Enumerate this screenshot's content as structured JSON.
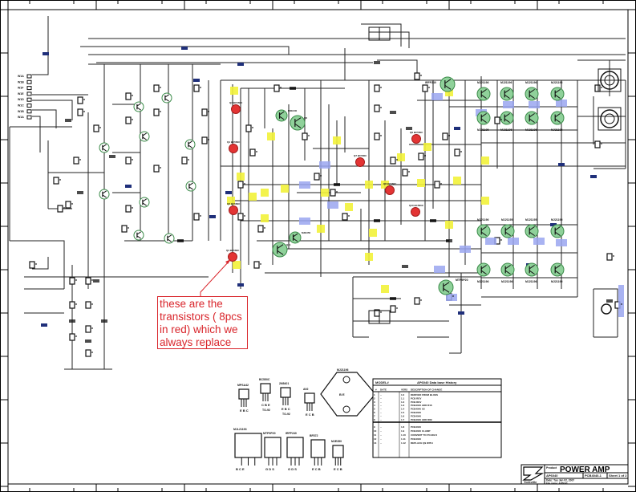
{
  "annotation": {
    "text": "these are the transistors ( 8pcs in red) which we always replace",
    "color": "#d9262c"
  },
  "title_block": {
    "product_label": "Product",
    "product": "POWER AMP",
    "model": "AP6040",
    "pcb": "PCB4040-1",
    "sheet": "Sheet 1 of 2",
    "date": "Date: Tue Jan 02, 2007",
    "file": "File name: AP6040",
    "company": "Yorkville"
  },
  "revision_table": {
    "title": "AP6040 Data base History",
    "model": "MODEL#",
    "columns": [
      "#",
      "DATE",
      "VERS",
      "DESCRIPTION OF CHANGE"
    ],
    "rows": [
      "DERIVED FROM BLUES",
      "PCB REV",
      "PCB REV",
      "PCB4040 ADD R16",
      "PCB4040 U2",
      "PCB4040",
      "PCB4040",
      "PCB4040 ADD R89",
      "PCB4040",
      "PCB4040 CLAMP",
      "CONVERT TO PCAD2.0",
      "PCB4040",
      "REPLACE Q9 WITH"
    ]
  },
  "components": {
    "output_top_row": [
      "MJ21196",
      "MJ21196",
      "MJ21196",
      "MJ21196"
    ],
    "output_top_row2": [
      "MJ21195",
      "MJ21195",
      "MJ21195",
      "MJ21195"
    ],
    "output_bottom_row": [
      "MJ21196",
      "MJ21195",
      "MJ21195",
      "MJ21195"
    ],
    "output_bottom_row2": [
      "MJ21196",
      "MJ21196",
      "MJ21196",
      "MJ21195"
    ],
    "mosfet_top": "IRFP240",
    "mosfet_bottom": "MTP9P20",
    "red_labels": [
      "Q3",
      "Q1",
      "Q2",
      "Q4",
      "Q7",
      "Q8",
      "Q9",
      "Q10"
    ],
    "red_type": "BC560C",
    "driver_labels": [
      "MJE340",
      "Q6",
      "MJE350",
      "Q11"
    ],
    "inputs": [
      "W1A",
      "W1B",
      "W1F",
      "W1E",
      "W1D",
      "W1C",
      "W1B",
      "W1A"
    ]
  },
  "packages": [
    {
      "name": "MPSA42",
      "pins": "E B C"
    },
    {
      "name": "BC550C",
      "pins": "C B E",
      "case": "TO-92"
    },
    {
      "name": "2N5401",
      "pins": "E B C",
      "case": "TO-92"
    },
    {
      "name": "A92",
      "pins": "E C B"
    },
    {
      "name": "MJ21196",
      "pins": "B E"
    },
    {
      "name": "MJL21193",
      "pins": "B C E"
    },
    {
      "name": "MTP9P20",
      "pins": "G D S"
    },
    {
      "name": "IRFP240",
      "pins": "G D S"
    },
    {
      "name": "BF872",
      "pins": "E C B"
    },
    {
      "name": "MJE350",
      "pins": "E C B"
    }
  ],
  "colors": {
    "replaced_transistor": "#e33434",
    "transistor": "#8fd19a",
    "highlight_yellow": "#f2f23a",
    "highlight_blue": "#9aa6f0",
    "connector": "#1f2f7a"
  }
}
